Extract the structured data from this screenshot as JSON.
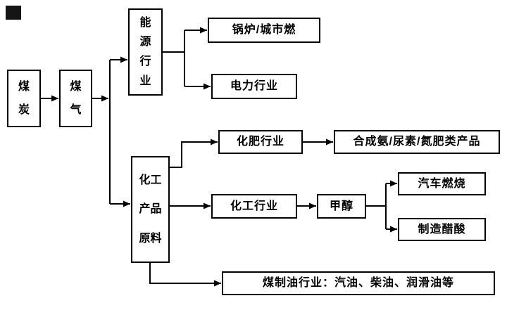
{
  "diagram": {
    "colors": {
      "line": "#000000",
      "box_border": "#000000",
      "text": "#000000",
      "background": "#ffffff"
    },
    "nodes": {
      "coal": {
        "label": "煤炭",
        "chars": [
          "煤",
          "炭"
        ]
      },
      "gas": {
        "label": "煤气",
        "chars": [
          "煤",
          "气"
        ]
      },
      "energy": {
        "label": "能源行业",
        "chars": [
          "能",
          "源",
          "行",
          "业"
        ]
      },
      "chem_raw": {
        "label": "化工产品原料",
        "lines": [
          "化工",
          "产品",
          "原料"
        ]
      },
      "boiler": {
        "label": "锅炉/城市燃"
      },
      "power": {
        "label": "电力行业"
      },
      "fertilizer": {
        "label": "化肥行业"
      },
      "ammonia": {
        "label": "合成氨/尿素/氮肥类产品"
      },
      "chem_industry": {
        "label": "化工行业"
      },
      "methanol": {
        "label": "甲醇"
      },
      "auto_fuel": {
        "label": "汽车燃烧"
      },
      "acetic_acid": {
        "label": "制造醋酸"
      },
      "coal_to_oil": {
        "label": "煤制油行业：汽油、柴油、润滑油等"
      }
    },
    "edges": [
      {
        "from": "coal",
        "to": "gas"
      },
      {
        "from": "gas",
        "to": "energy"
      },
      {
        "from": "gas",
        "to": "chem_raw"
      },
      {
        "from": "energy",
        "to": "boiler"
      },
      {
        "from": "energy",
        "to": "power"
      },
      {
        "from": "chem_raw",
        "to": "fertilizer"
      },
      {
        "from": "chem_raw",
        "to": "chem_industry"
      },
      {
        "from": "chem_raw",
        "to": "coal_to_oil"
      },
      {
        "from": "fertilizer",
        "to": "ammonia"
      },
      {
        "from": "chem_industry",
        "to": "methanol"
      },
      {
        "from": "methanol",
        "to": "auto_fuel"
      },
      {
        "from": "methanol",
        "to": "acetic_acid"
      }
    ]
  }
}
